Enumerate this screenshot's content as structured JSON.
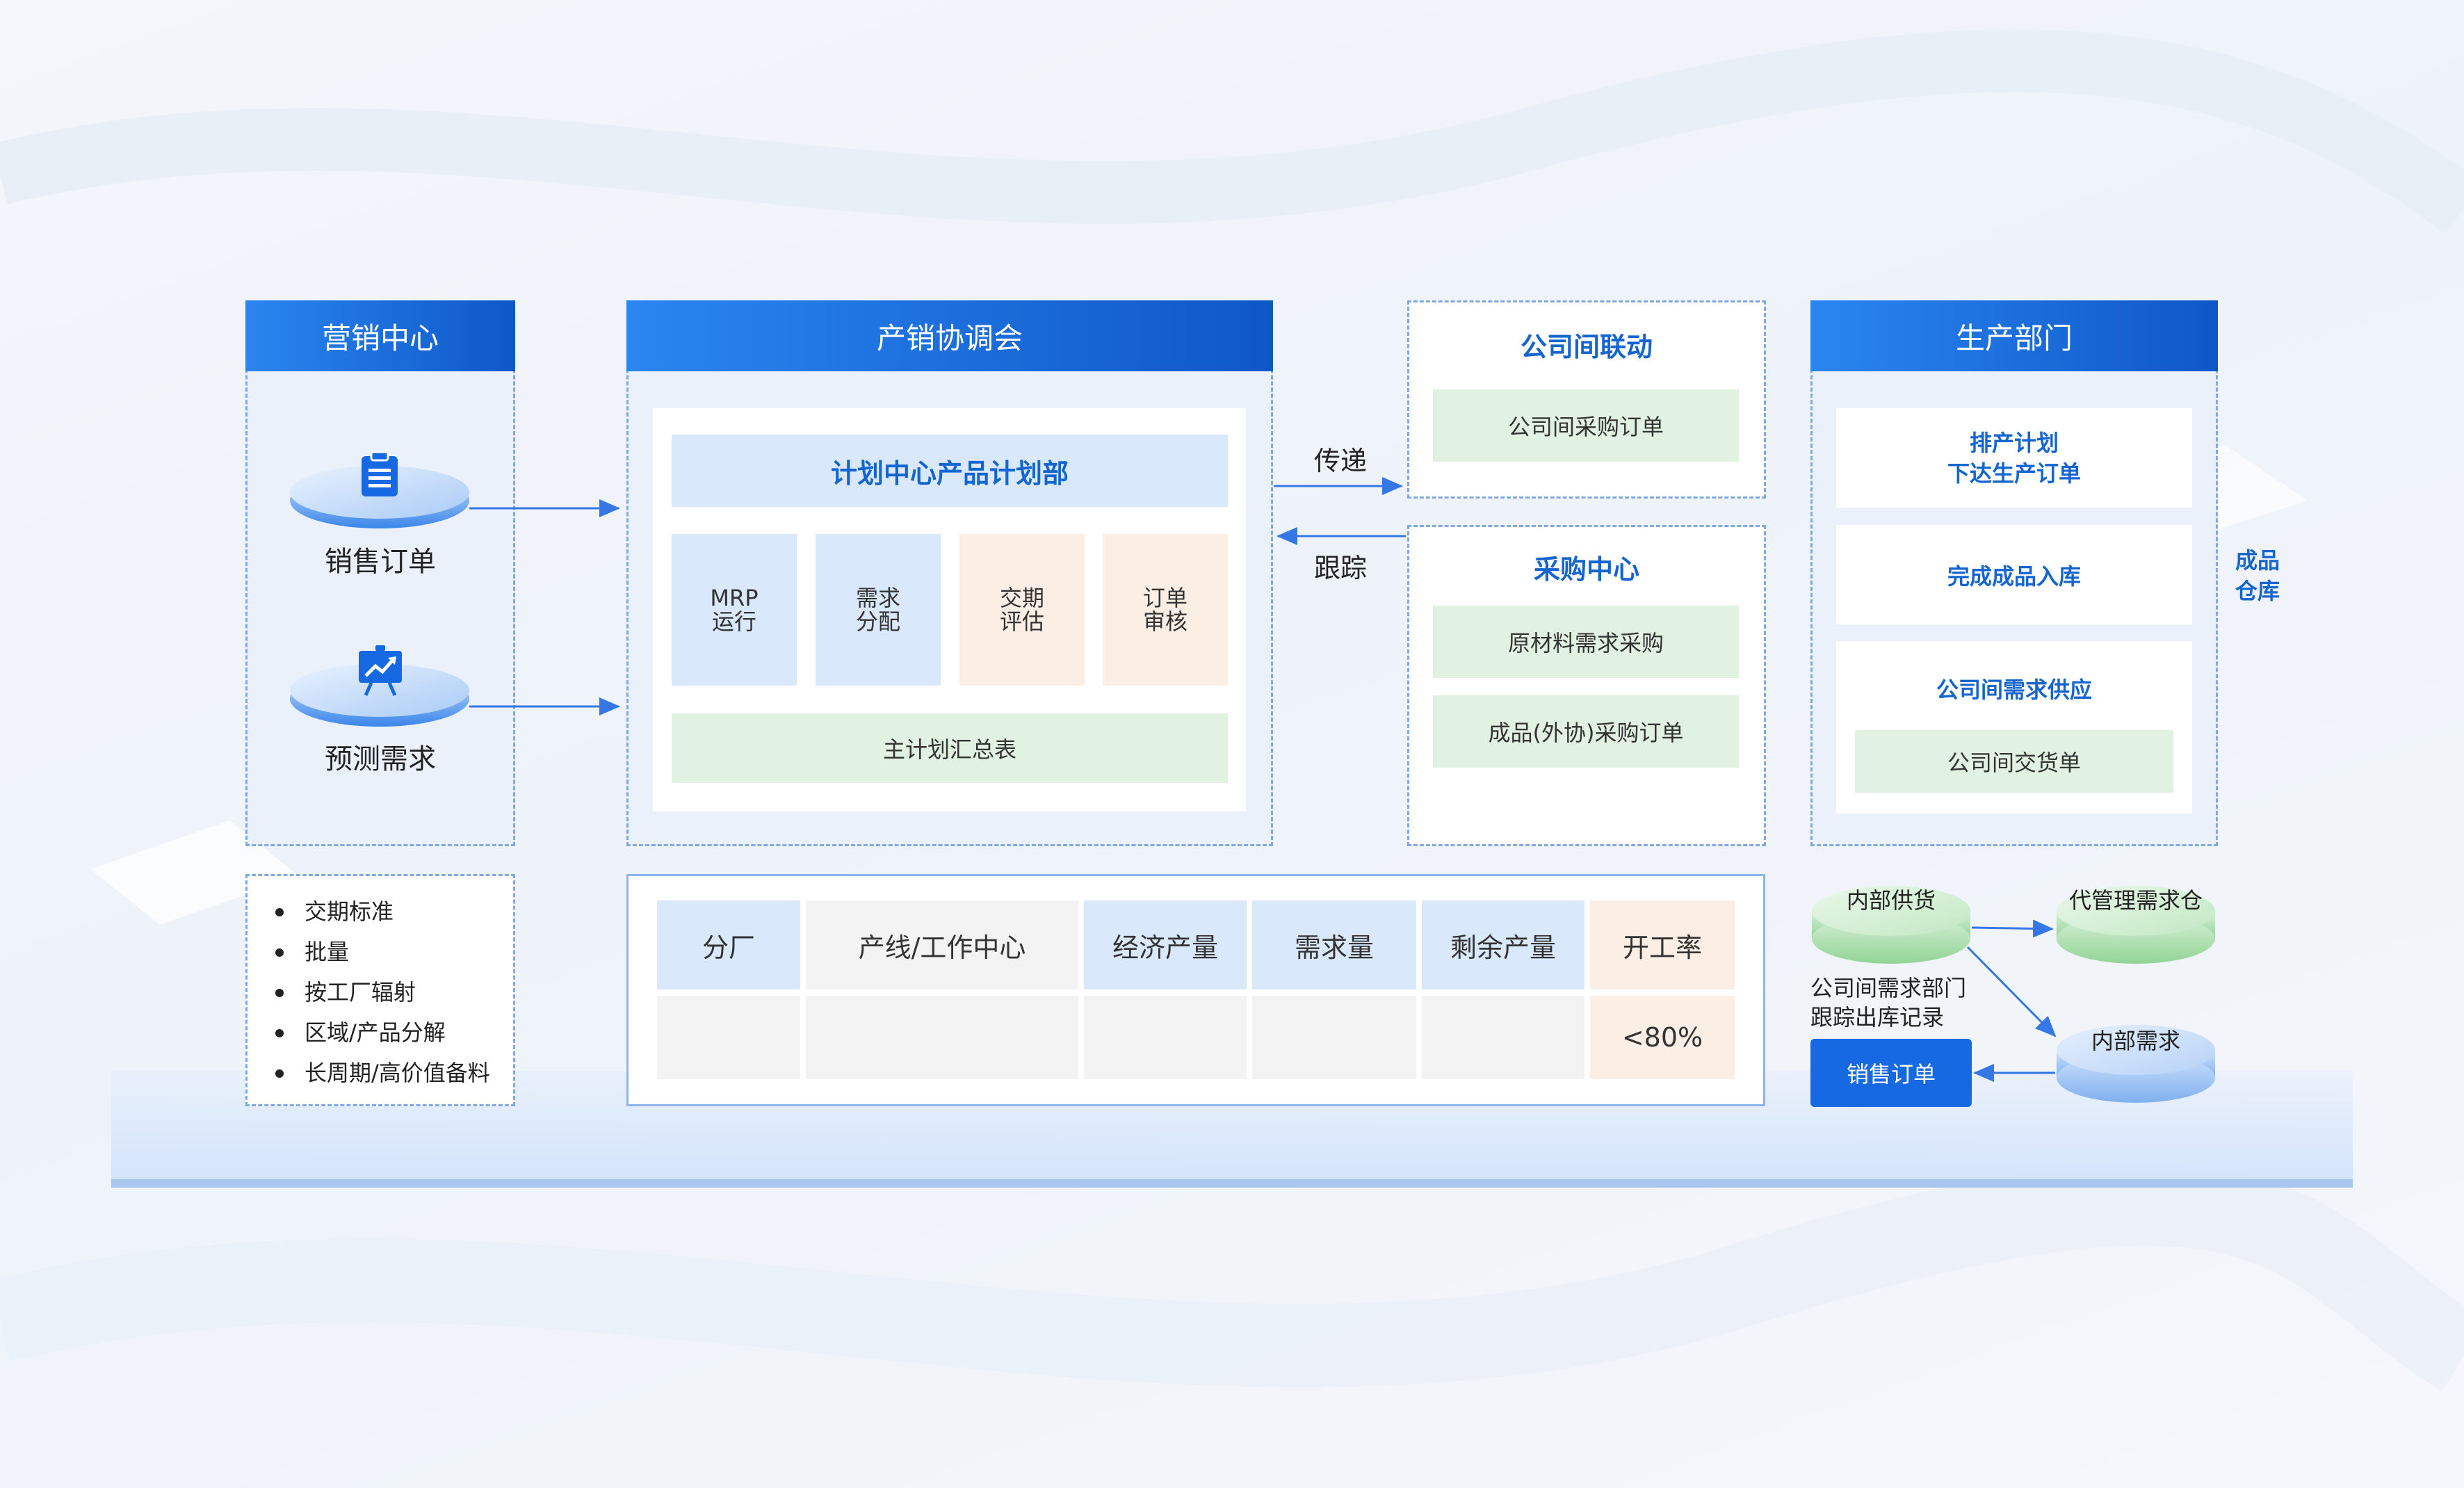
{
  "marketing": {
    "title": "营销中心",
    "items": [
      {
        "label": "销售订单",
        "icon": "clipboard-icon"
      },
      {
        "label": "预测需求",
        "icon": "trend-board-icon"
      }
    ],
    "bullets": [
      "交期标准",
      "批量",
      "按工厂辐射",
      "区域/产品分解",
      "长周期/高价值备料"
    ]
  },
  "coordination": {
    "title": "产销协调会",
    "planning_dept": "计划中心产品计划部",
    "modules": [
      {
        "label": "MRP\n运行"
      },
      {
        "label": "需求\n分配"
      },
      {
        "label": "交期\n评估"
      },
      {
        "label": "订单\n审核"
      }
    ],
    "summary": "主计划汇总表"
  },
  "arrows": {
    "pass": "传递",
    "track": "跟踪"
  },
  "intercompany": {
    "title": "公司间联动",
    "item": "公司间采购订单"
  },
  "purchasing": {
    "title": "采购中心",
    "items": [
      "原材料需求采购",
      "成品(外协)采购订单"
    ]
  },
  "production": {
    "title": "生产部门",
    "schedule": "排产计划\n下达生产订单",
    "finish": "完成成品入库",
    "supply_title": "公司间需求供应",
    "supply_item": "公司间交货单",
    "side_label": "成品\n仓库"
  },
  "capacity_table": {
    "headers": [
      "分厂",
      "产线/工作中心",
      "经济产量",
      "需求量",
      "剩余产量",
      "开工率"
    ],
    "row": [
      "",
      "",
      "",
      "",
      "",
      "<80%"
    ]
  },
  "flow": {
    "internal_supply": "内部供货",
    "managed_warehouse": "代管理需求仓",
    "internal_demand": "内部需求",
    "note": "公司间需求部门\n跟踪出库记录",
    "sales_order": "销售订单"
  },
  "colors": {
    "primary": "#1565d0",
    "header_gradient_start": "#2a86f0",
    "header_gradient_end": "#0f57c9",
    "green": "#e1f2e2",
    "light_blue": "#d9e8fb",
    "peach": "#fbeee4"
  }
}
